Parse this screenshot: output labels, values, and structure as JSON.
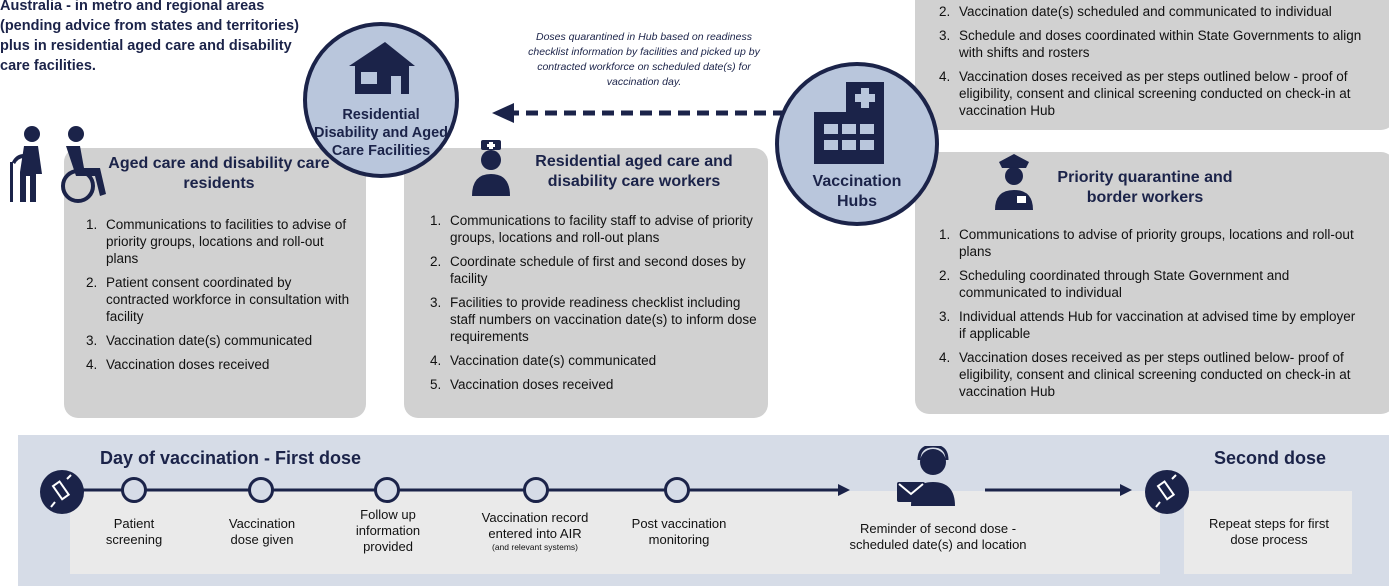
{
  "intro": {
    "text": "Australia - in metro and regional areas (pending advice from states and territories) plus in residential aged care and disability care facilities."
  },
  "facilities": {
    "label": "Residential Disability and Aged Care Facilities",
    "icon": "house-icon"
  },
  "hub_note": "Doses quarantined in Hub based on readiness checklist information by facilities and picked up by contracted workforce  on scheduled date(s) for vaccination day.",
  "hubs": {
    "label": "Vaccination Hubs",
    "icon": "hospital-icon"
  },
  "top_right": {
    "items": [
      {
        "num": "2.",
        "text": "Vaccination date(s) scheduled and communicated to individual"
      },
      {
        "num": "3.",
        "text": "Schedule and doses coordinated within State Governments to align with shifts and rosters"
      },
      {
        "num": "4.",
        "text": "Vaccination doses received as per steps outlined below - proof of eligibility, consent and clinical screening conducted on check-in at vaccination Hub"
      }
    ]
  },
  "aged_care": {
    "title": "Aged care and disability care residents",
    "icon": "elderly-wheelchair-icon",
    "items": [
      {
        "num": "1.",
        "text": "Communications to facilities to advise of priority groups, locations and roll-out plans"
      },
      {
        "num": "2.",
        "text": "Patient consent coordinated by contracted workforce in consultation with facility"
      },
      {
        "num": "3.",
        "text": "Vaccination date(s) communicated"
      },
      {
        "num": "4.",
        "text": "Vaccination doses received"
      }
    ]
  },
  "workers": {
    "title": "Residential aged care and disability care workers",
    "icon": "nurse-icon",
    "items": [
      {
        "num": "1.",
        "text": "Communications to facility staff to advise of priority groups, locations and roll-out plans"
      },
      {
        "num": "2.",
        "text": "Coordinate schedule of first and second doses by facility"
      },
      {
        "num": "3.",
        "text": "Facilities to provide readiness checklist including staff numbers on vaccination date(s) to inform dose requirements"
      },
      {
        "num": "4.",
        "text": "Vaccination date(s) communicated"
      },
      {
        "num": "5.",
        "text": "Vaccination doses received"
      }
    ]
  },
  "border": {
    "title": "Priority quarantine and border workers",
    "icon": "police-officer-icon",
    "items": [
      {
        "num": "1.",
        "text": "Communications to advise of priority groups, locations and roll-out plans"
      },
      {
        "num": "2.",
        "text": "Scheduling coordinated through State Government and communicated to individual"
      },
      {
        "num": "3.",
        "text": "Individual attends Hub for vaccination at advised time by employer if applicable"
      },
      {
        "num": "4.",
        "text": "Vaccination doses received as per steps outlined below- proof of eligibility, consent and clinical screening conducted on check-in at vaccination Hub"
      }
    ]
  },
  "first_dose": {
    "title": "Day of vaccination - First dose",
    "icon": "syringe-icon",
    "steps": [
      {
        "label": "Patient screening",
        "sub": ""
      },
      {
        "label": "Vaccination dose given",
        "sub": ""
      },
      {
        "label": "Follow up information provided",
        "sub": ""
      },
      {
        "label": "Vaccination record entered into AIR",
        "sub": "(and relevant systems)"
      },
      {
        "label": "Post vaccination monitoring",
        "sub": ""
      }
    ]
  },
  "reminder": {
    "text": "Reminder of second dose - scheduled date(s) and location",
    "icon": "call-center-agent-icon"
  },
  "second_dose": {
    "title": "Second dose",
    "text": "Repeat steps for first dose process",
    "icon": "syringe-icon"
  },
  "colors": {
    "navy": "#1b2349",
    "panel": "#d1d1d1",
    "band": "#d6dce7",
    "circle": "#b9c6dc"
  }
}
